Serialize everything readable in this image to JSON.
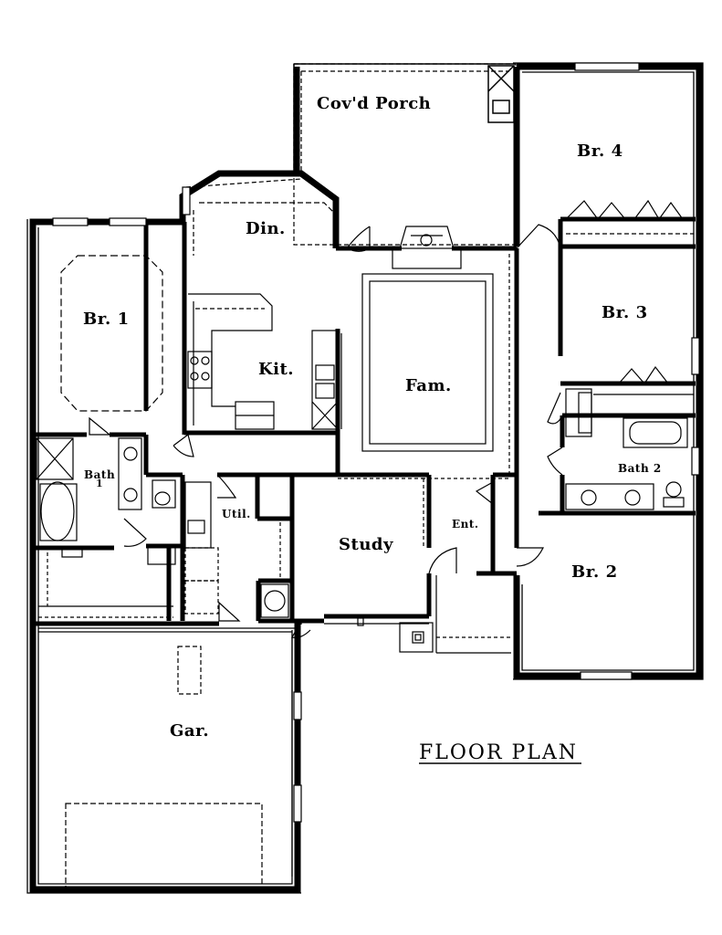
{
  "title": "FLOOR PLAN",
  "rooms": {
    "porch": "Cov'd Porch",
    "br4": "Br. 4",
    "din": "Din.",
    "br1": "Br. 1",
    "kit": "Kit.",
    "fam": "Fam.",
    "br3": "Br. 3",
    "bath1": "Bath",
    "bath1_num": "1",
    "bath2": "Bath 2",
    "util": "Util.",
    "study": "Study",
    "ent": "Ent.",
    "br2": "Br. 2",
    "gar": "Gar."
  },
  "colors": {
    "wall": "#000000",
    "wall_fill": "#555555",
    "background": "#ffffff"
  }
}
